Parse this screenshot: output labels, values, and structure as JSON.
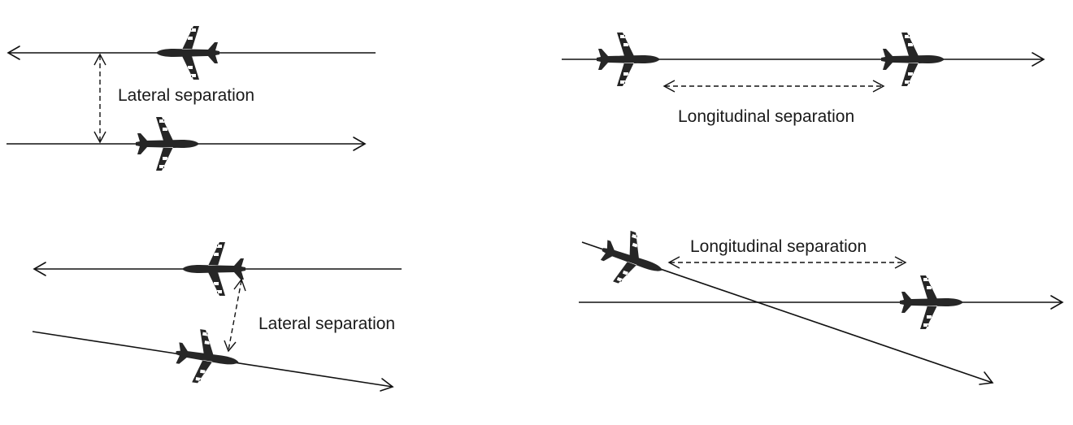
{
  "panels": [
    {
      "id": "top-left",
      "label": "Lateral separation"
    },
    {
      "id": "top-right",
      "label": "Longitudinal separation"
    },
    {
      "id": "bottom-left",
      "label": "Lateral separation"
    },
    {
      "id": "bottom-right",
      "label": "Longitudinal separation"
    }
  ]
}
